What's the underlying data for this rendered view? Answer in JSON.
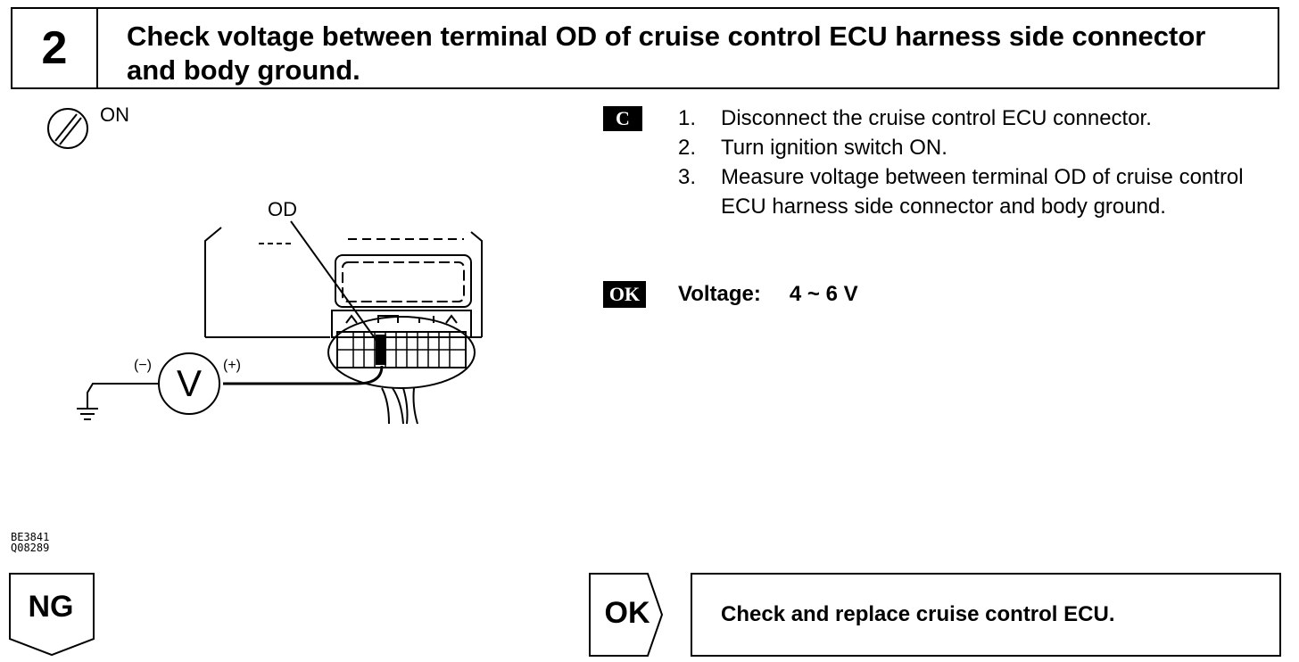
{
  "step": {
    "number": "2",
    "title": "Check voltage between terminal OD of cruise control ECU harness side connector and body ground."
  },
  "diagram": {
    "ignition_label": "ON",
    "terminal_label": "OD",
    "meter_symbol": "V",
    "minus_label": "(−)",
    "plus_label": "(+)",
    "code_line1": "BE3841",
    "code_line2": "Q08289"
  },
  "instructions": {
    "badge": "C",
    "steps": [
      {
        "num": "1.",
        "text": "Disconnect the cruise control ECU connector."
      },
      {
        "num": "2.",
        "text": "Turn ignition switch ON."
      },
      {
        "num": "3.",
        "text": "Measure voltage between terminal OD of cruise control ECU harness side connector and body ground."
      }
    ]
  },
  "spec": {
    "badge": "OK",
    "label": "Voltage:",
    "value": "4 ~ 6 V"
  },
  "result_ng": {
    "label": "NG"
  },
  "result_ok": {
    "label": "OK",
    "action": "Check and replace cruise control ECU."
  }
}
